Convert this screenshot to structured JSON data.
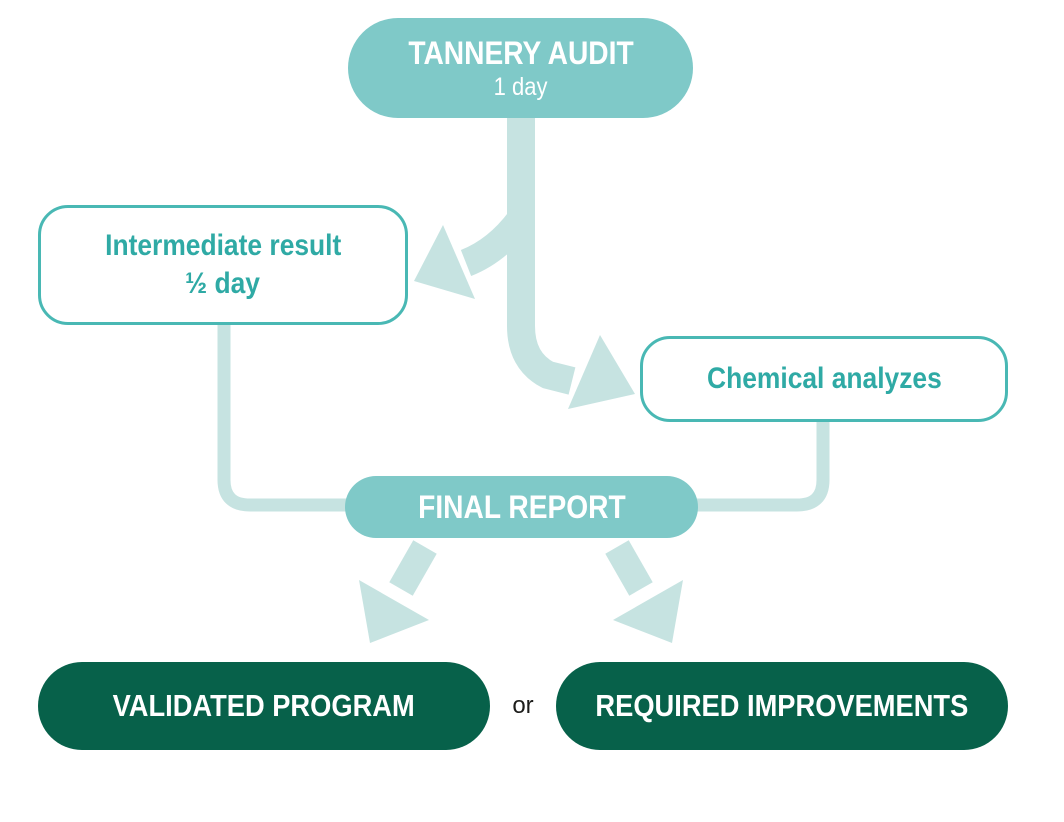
{
  "palette": {
    "pill_teal": "#7fc9c8",
    "arrow_light_teal": "#c6e3e1",
    "box_border_teal": "#49b8b4",
    "box_text_teal": "#2faaa5",
    "pill_dark_green": "#07614a",
    "or_text_color": "#1d1d1b"
  },
  "nodes": {
    "tannery_audit": {
      "title": "TANNERY AUDIT",
      "subtitle": "1 day"
    },
    "intermediate_result": {
      "title": "Intermediate result",
      "subtitle": "½ day"
    },
    "chemical_analyzes": {
      "title": "Chemical analyzes"
    },
    "final_report": {
      "title": "FINAL REPORT"
    },
    "validated_program": {
      "title": "VALIDATED PROGRAM"
    },
    "required_improvements": {
      "title": "REQUIRED IMPROVEMENTS"
    }
  },
  "connectors": {
    "or_label": "or"
  }
}
